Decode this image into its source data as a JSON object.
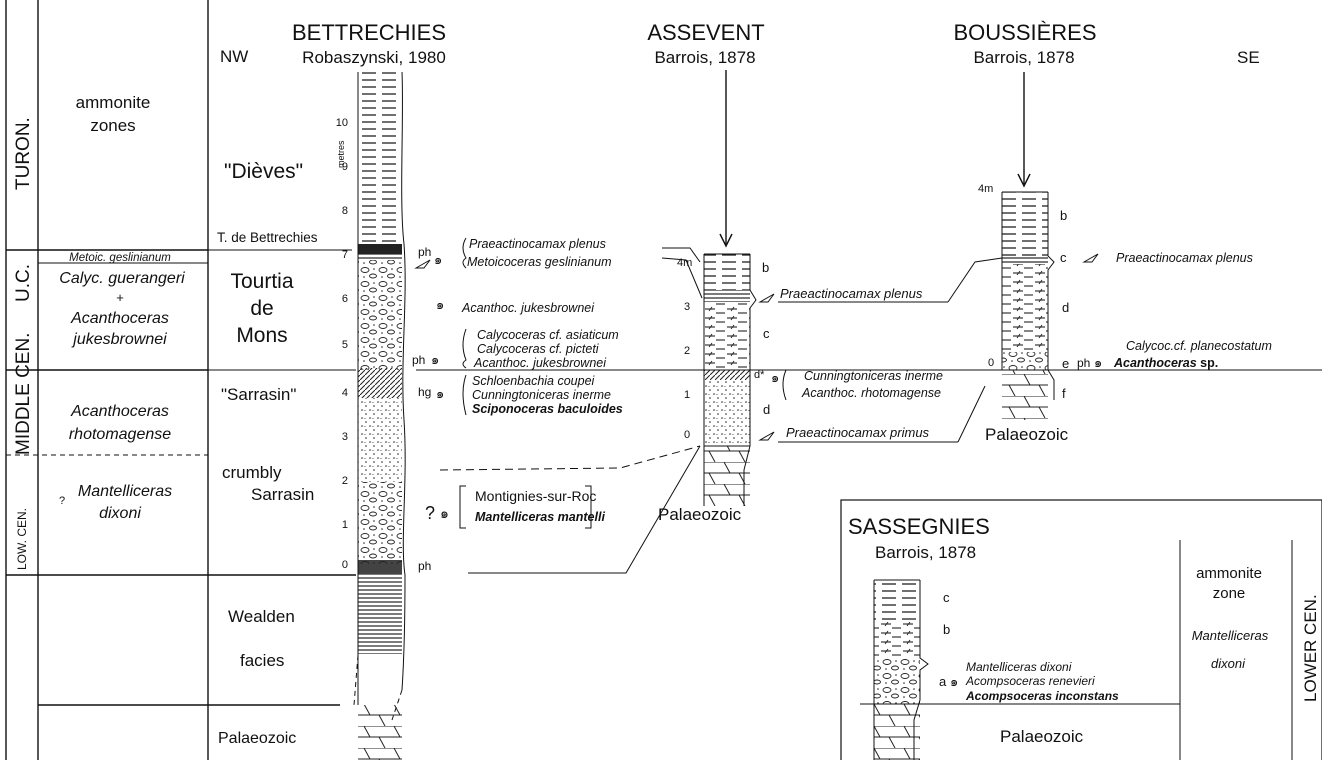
{
  "stages": {
    "turon": "TURON.",
    "uc": "U.C.",
    "middle_cen": "MIDDLE CEN.",
    "low_cen": "LOW. CEN."
  },
  "zones": {
    "header_l1": "ammonite",
    "header_l2": "zones",
    "metoic": "Metoic. geslinianum",
    "calyc_l1": "Calyc. guerangeri",
    "calyc_plus": "+",
    "calyc_l2": "Acanthoceras",
    "calyc_l3": "jukesbrownei",
    "rhot_l1": "Acanthoceras",
    "rhot_l2": "rhotomagense",
    "dix_q": "?",
    "dix_l1": "Mantelliceras",
    "dix_l2": "dixoni"
  },
  "facies": {
    "nw": "NW",
    "dieves": "\"Dièves\"",
    "t_bettrechies": "T. de Bettrechies",
    "tourtia_l1": "Tourtia",
    "tourtia_l2": "de",
    "tourtia_l3": "Mons",
    "sarrasin": "\"Sarrasin\"",
    "crumbly_l1": "crumbly",
    "crumbly_l2": "Sarrasin",
    "wealden_l1": "Wealden",
    "wealden_l2": "facies",
    "palaeozoic": "Palaeozoic"
  },
  "bettrechies": {
    "title": "BETTRECHIES",
    "ref": "Robaszynski, 1980",
    "unit": "metres",
    "ticks": [
      "0",
      "1",
      "2",
      "3",
      "4",
      "5",
      "6",
      "7",
      "8",
      "9",
      "10"
    ],
    "ph": "ph",
    "hg": "hg"
  },
  "fossils": {
    "plenus": "Praeactinocamax plenus",
    "geslinianum": "Metoicoceras geslinianum",
    "jukesbrownei": "Acanthoc. jukesbrownei",
    "asiaticum": "Calycoceras cf. asiaticum",
    "picteti": "Calycoceras cf. picteti",
    "jukesbrownei2": "Acanthoc. jukesbrownei",
    "coupei": "Schloenbachia coupei",
    "inerme": "Cunningtoniceras inerme",
    "baculoides": "Sciponoceras baculoides",
    "q": "?",
    "montignies": "Montignies-sur-Roc",
    "mantelli": "Mantelliceras mantelli"
  },
  "assevent": {
    "title": "ASSEVENT",
    "ref": "Barrois, 1878",
    "m4": "4m",
    "t3": "3",
    "t2": "2",
    "t1": "1",
    "t0": "0",
    "b": "b",
    "c": "c",
    "d_star": "d*",
    "d": "d",
    "plenus": "Praeactinocamax plenus",
    "inerme": "Cunningtoniceras inerme",
    "rhotomagense": "Acanthoc. rhotomagense",
    "primus": "Praeactinocamax primus",
    "palaeozoic": "Palaeozoic"
  },
  "boussieres": {
    "title": "BOUSSIÈRES",
    "ref": "Barrois, 1878",
    "se": "SE",
    "m4": "4m",
    "t0": "0",
    "b": "b",
    "c": "c",
    "d": "d",
    "e": "e",
    "f": "f",
    "ph": "ph",
    "plenus": "Praeactinocamax plenus",
    "planecostatum": "Calycoc.cf. planecostatum",
    "acanth_sp1": "Acanthoceras",
    "acanth_sp2": " sp.",
    "palaeozoic": "Palaeozoic"
  },
  "sassegnies": {
    "title": "SASSEGNIES",
    "ref": "Barrois, 1878",
    "c": "c",
    "b": "b",
    "a": "a",
    "dixoni": "Mantelliceras dixoni",
    "renevieri": "Acompsoceras renevieri",
    "inconstans": "Acompsoceras inconstans",
    "zone_l1": "ammonite",
    "zone_l2": "zone",
    "zname_l1": "Mantelliceras",
    "zname_l2": "dixoni",
    "stage": "LOWER CEN.",
    "palaeozoic": "Palaeozoic"
  },
  "colors": {
    "ink": "#111111",
    "background": "#ffffff"
  }
}
